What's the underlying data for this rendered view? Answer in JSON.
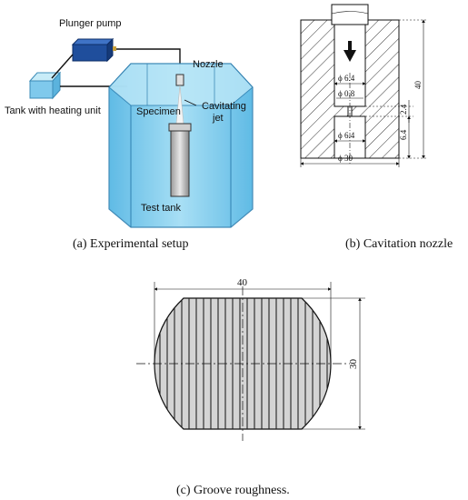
{
  "setup": {
    "pump": "Plunger pump",
    "tank_heat": "Tank with heating unit",
    "nozzle": "Nozzle",
    "cav1": "Cavitating",
    "cav2": "jet",
    "specimen": "Specimen",
    "test_tank": "Test tank"
  },
  "nozzle_dims": {
    "d_inlet": "ϕ 6.4",
    "d_throat": "ϕ 0.8",
    "d_outlet": "ϕ 6.4",
    "d_outer": "ϕ 30",
    "h_total": "40",
    "h_throat": "2.4",
    "h_outlet": "6.4"
  },
  "groove_dims": {
    "width": "40",
    "height": "30"
  },
  "captions": {
    "a": "(a) Experimental setup",
    "b": "(b) Cavitation nozzle",
    "c": "(c) Groove roughness."
  },
  "colors": {
    "water": "#8fd3ef",
    "pump": "#1f4e9c",
    "groove_fill": "#d0d0d0"
  }
}
